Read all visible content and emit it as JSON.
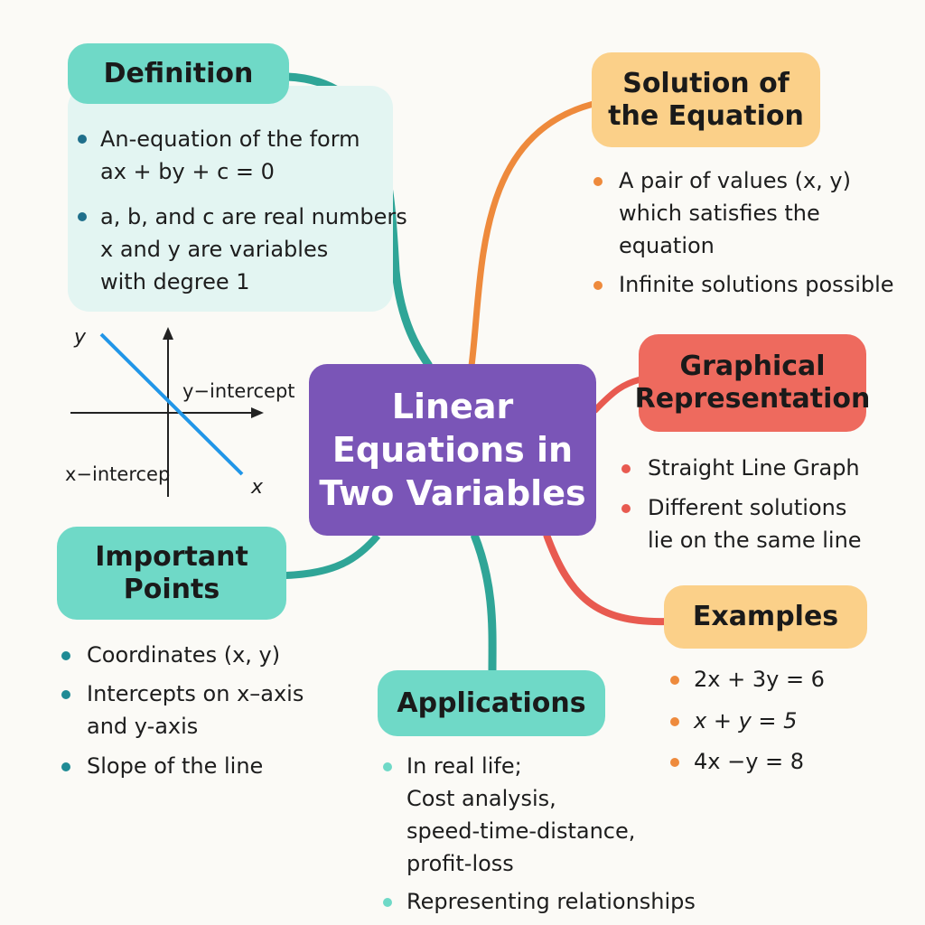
{
  "center": {
    "lines": [
      "Linear",
      "Equations in",
      "Two Variables"
    ]
  },
  "definition": {
    "title": "Definition",
    "bullet1": [
      "An-equation of the form",
      "ax + by + c = 0"
    ],
    "bullet2": [
      "a, b, and c are real numbers",
      "x and y are variables",
      "with degree 1"
    ]
  },
  "graph": {
    "y_label": "y",
    "x_label": "x",
    "y_intercept": "y−intercept",
    "x_intercept": "x−intercep"
  },
  "solution": {
    "title": [
      "Solution of",
      "the Equation"
    ],
    "bullet1": [
      "A pair of values (x, y)",
      "which satisfies the",
      "equation"
    ],
    "bullet2": "Infinite solutions possible"
  },
  "graphical": {
    "title": [
      "Graphical",
      "Representation"
    ],
    "bullet1": "Straight Line Graph",
    "bullet2": [
      "Different solutions",
      "lie on the same line"
    ]
  },
  "examples": {
    "title": "Examples",
    "items": [
      "2x + 3y = 6",
      "x + y = 5",
      "4x −y = 8"
    ]
  },
  "important": {
    "title": [
      "Important",
      "Points"
    ],
    "items": [
      "Coordinates (x, y)",
      "Intercepts on x–axis",
      "and y-axis",
      "Slope of the line"
    ]
  },
  "applications": {
    "title": "Applications",
    "bullet1": [
      "In real life;",
      "Cost analysis,",
      "speed-time-distance,",
      "profit-loss"
    ],
    "bullet2": "Representing relationships"
  },
  "colors": {
    "teal": "#6fd9c7",
    "purple": "#7a55b7",
    "orange": "#fbd089",
    "red": "#ee6a5e"
  }
}
